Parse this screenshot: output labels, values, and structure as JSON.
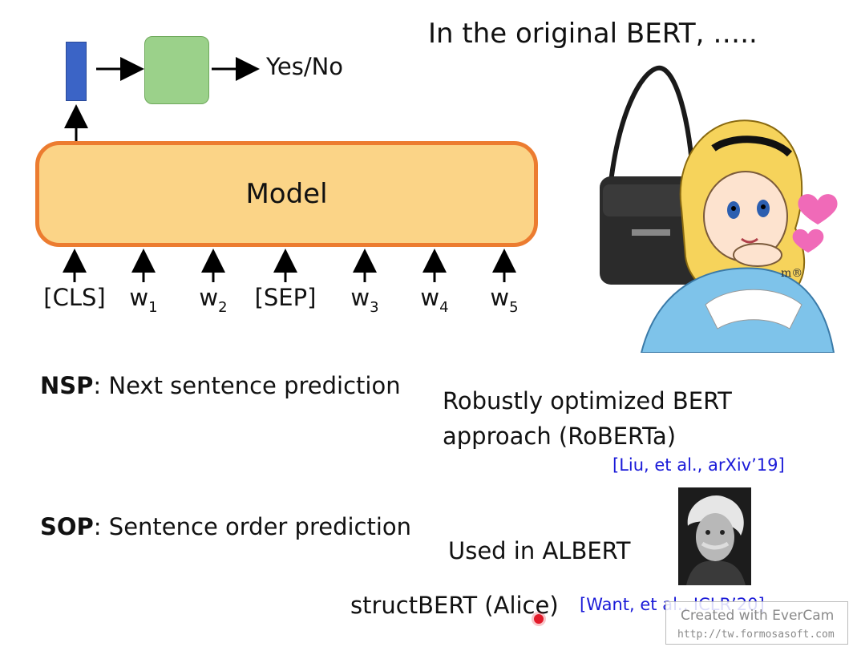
{
  "title": "In the original BERT, …..",
  "diagram": {
    "output_label": "Yes/No",
    "model_label": "Model",
    "tokens": [
      {
        "base": "[CLS]",
        "sub": ""
      },
      {
        "base": "w",
        "sub": "1"
      },
      {
        "base": "w",
        "sub": "2"
      },
      {
        "base": "[SEP]",
        "sub": ""
      },
      {
        "base": "w",
        "sub": "3"
      },
      {
        "base": "w",
        "sub": "4"
      },
      {
        "base": "w",
        "sub": "5"
      }
    ]
  },
  "nsp": {
    "abbr": "NSP",
    "text": ": Next sentence prediction"
  },
  "sop": {
    "abbr": "SOP",
    "text": ": Sentence order prediction"
  },
  "roberta": {
    "line1": "Robustly optimized BERT",
    "line2": "approach (RoBERTa)",
    "ref": "[Liu, et al., arXiv’19]"
  },
  "albert": {
    "text": "Used in ALBERT"
  },
  "structbert": {
    "text": "structBERT (Alice)",
    "ref": "[Want, et al., ICLR’20]"
  },
  "watermark": {
    "line1": "Created with EverCam",
    "line2": "http://tw.formosasoft.com"
  },
  "colors": {
    "model_fill": "#fbd487",
    "model_border": "#ec7c30",
    "cls_bar": "#3b64c6",
    "classifier": "#9bd18a",
    "reference": "#1a1ad8"
  },
  "icons": {
    "bag": "shoulder-bag-illustration",
    "alice": "alice-cartoon",
    "hearts": "heart-icon",
    "portrait": "einstein-portrait"
  }
}
